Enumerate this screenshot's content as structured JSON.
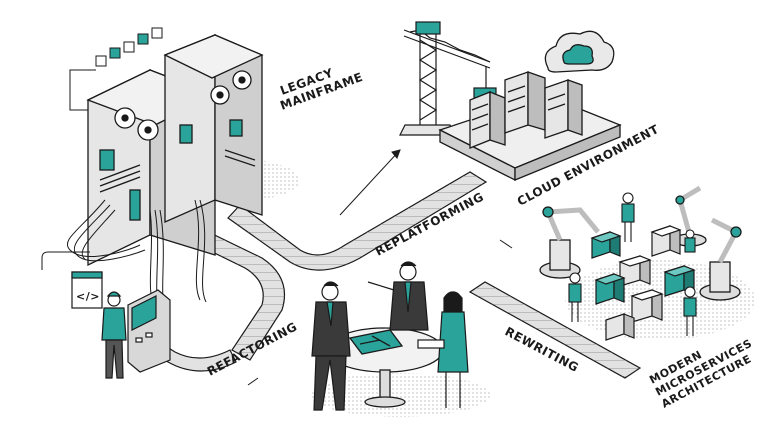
{
  "labels": {
    "legacy_line1": "LEGACY",
    "legacy_line2": "MAINFRAME",
    "cloud": "CLOUD ENVIRONMENT",
    "replatforming": "REPLATFORMING",
    "refactoring": "REFACTORING",
    "rewriting": "REWRITING",
    "modern_line1": "MODERN",
    "modern_line2": "MICROSERVICES",
    "modern_line3": "ARCHITECTURE"
  },
  "colors": {
    "accent": "#2aa39a",
    "ink": "#1a1a1a",
    "metal": "#bdbdbd",
    "panel": "#e6e6e6"
  },
  "icons": {
    "code": "code-brackets-icon",
    "cloud": "cloud-icon"
  }
}
